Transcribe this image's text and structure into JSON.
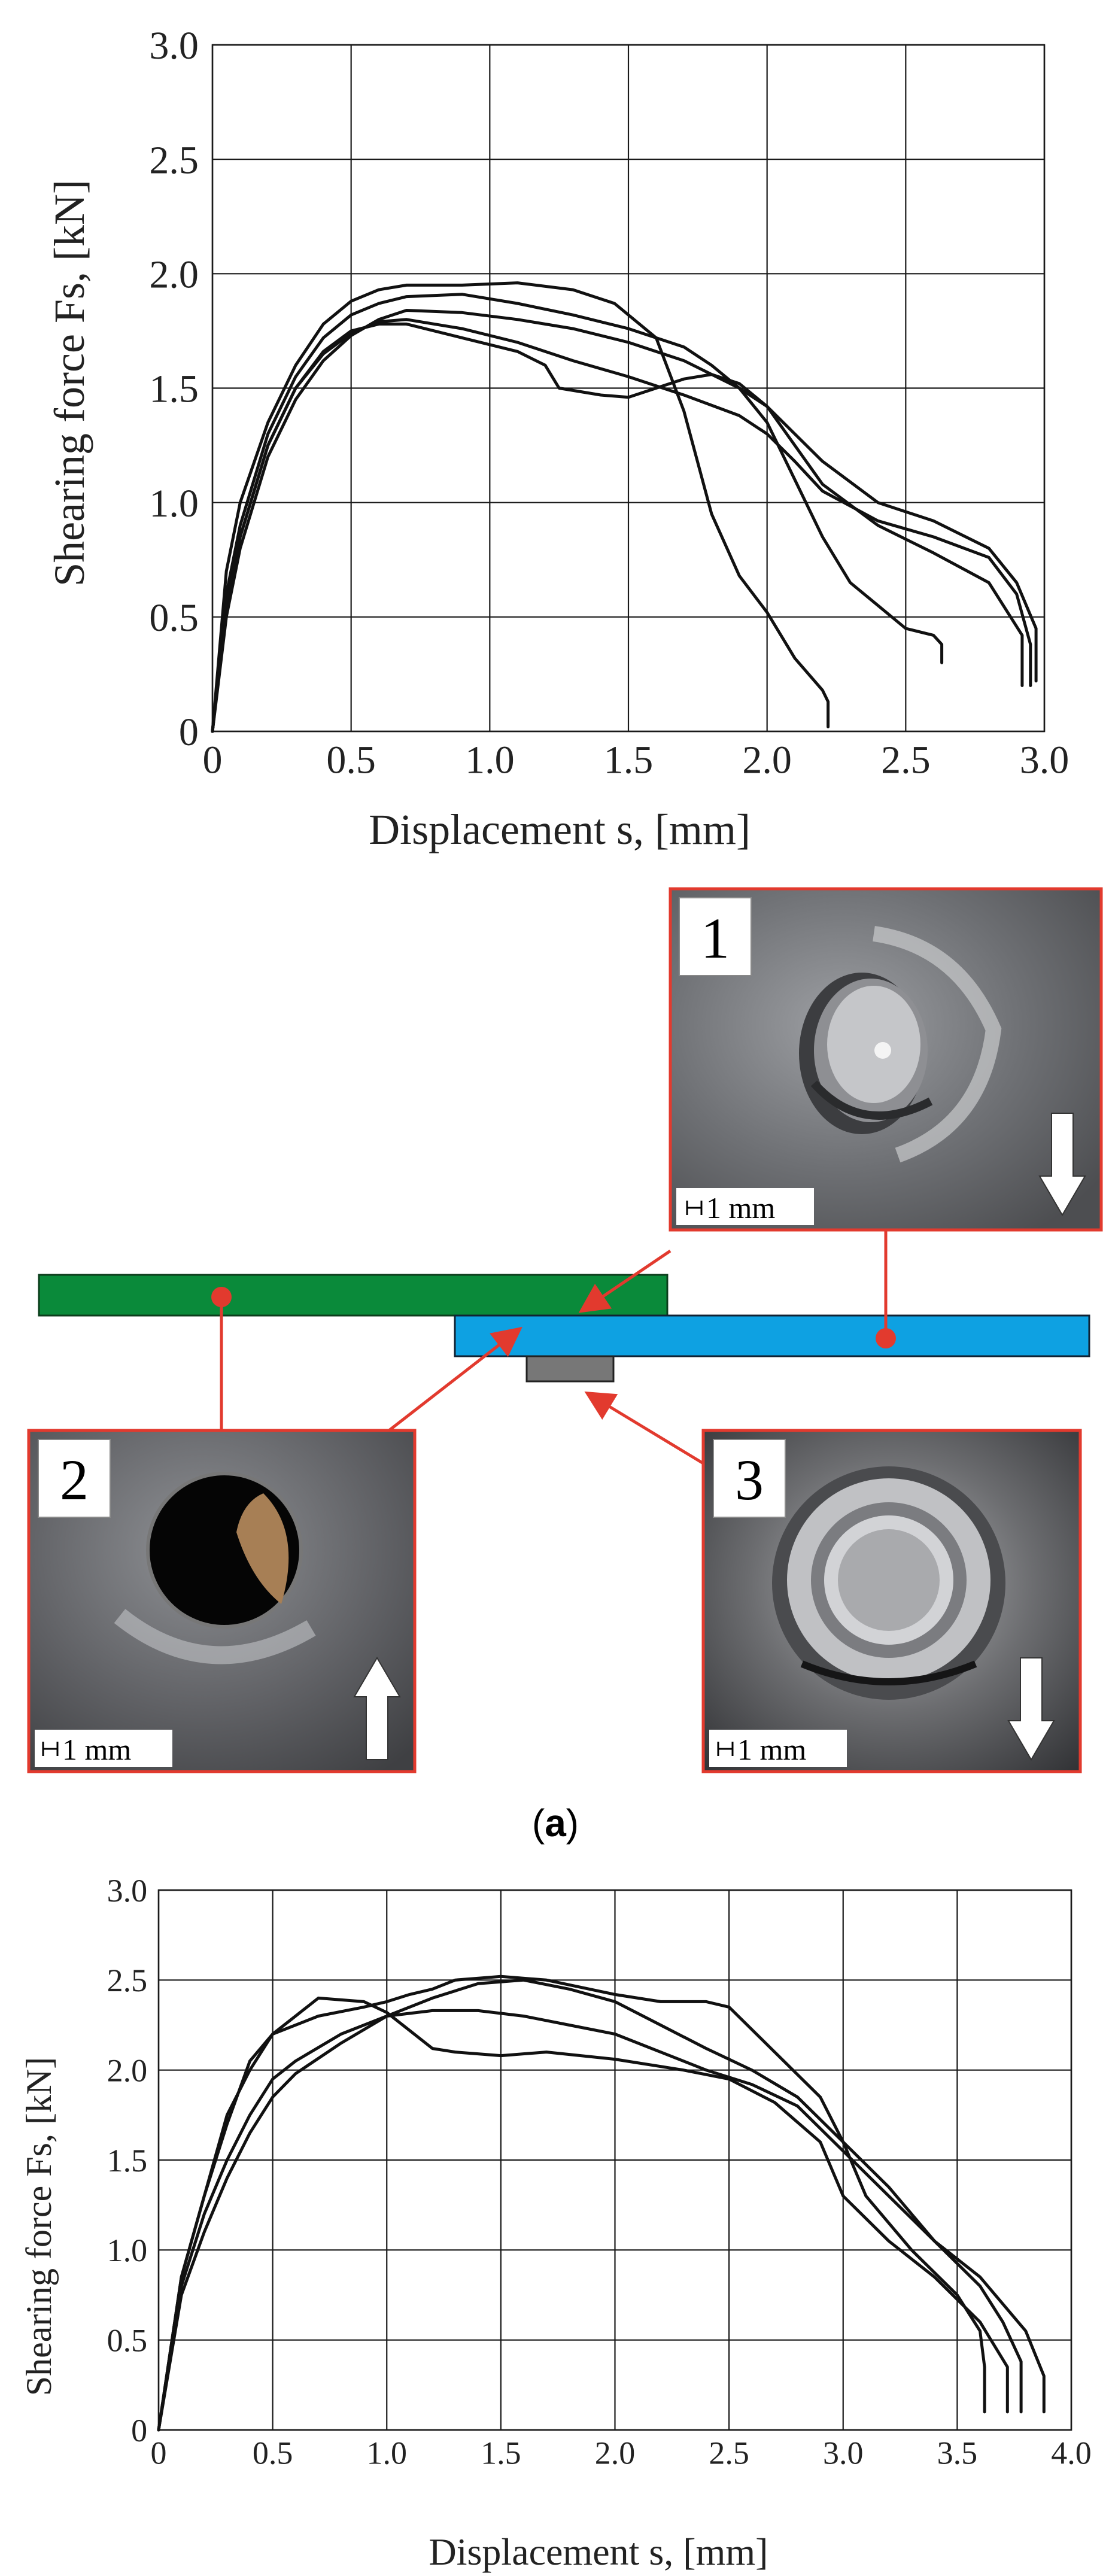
{
  "caption": {
    "open": "(",
    "letter": "a",
    "close": ")"
  },
  "chart_data": [
    {
      "type": "line",
      "xlabel": "Displacement s, [mm]",
      "ylabel": "Shearing force Fs, [kN]",
      "xlim": [
        0,
        3.0
      ],
      "ylim": [
        0,
        3.0
      ],
      "grid": true,
      "legend": "none",
      "xticks": [
        "0",
        "0.5",
        "1.0",
        "1.5",
        "2.0",
        "2.5",
        "3.0"
      ],
      "yticks": [
        "0",
        "0.5",
        "1.0",
        "1.5",
        "2.0",
        "2.5",
        "3.0"
      ],
      "series": [
        {
          "x": [
            0,
            0.05,
            0.1,
            0.2,
            0.3,
            0.4,
            0.5,
            0.6,
            0.7,
            0.9,
            1.1,
            1.3,
            1.45,
            1.6,
            1.7,
            1.8,
            1.9,
            2.0,
            2.1,
            2.2,
            2.22,
            2.22
          ],
          "y": [
            0,
            0.7,
            1.0,
            1.35,
            1.6,
            1.78,
            1.88,
            1.93,
            1.95,
            1.95,
            1.96,
            1.93,
            1.87,
            1.72,
            1.4,
            0.95,
            0.68,
            0.52,
            0.32,
            0.18,
            0.13,
            0.02
          ]
        },
        {
          "x": [
            0,
            0.05,
            0.1,
            0.2,
            0.3,
            0.4,
            0.5,
            0.6,
            0.7,
            0.9,
            1.1,
            1.3,
            1.5,
            1.7,
            1.8,
            1.9,
            2.0,
            2.1,
            2.2,
            2.3,
            2.4,
            2.5,
            2.6,
            2.63,
            2.63
          ],
          "y": [
            0,
            0.6,
            0.9,
            1.3,
            1.55,
            1.72,
            1.82,
            1.87,
            1.9,
            1.91,
            1.87,
            1.82,
            1.76,
            1.68,
            1.6,
            1.5,
            1.35,
            1.1,
            0.85,
            0.65,
            0.55,
            0.45,
            0.42,
            0.38,
            0.3
          ]
        },
        {
          "x": [
            0,
            0.05,
            0.1,
            0.2,
            0.3,
            0.4,
            0.5,
            0.6,
            0.7,
            0.9,
            1.1,
            1.2,
            1.25,
            1.4,
            1.5,
            1.6,
            1.7,
            1.8,
            1.9,
            2.0,
            2.1,
            2.2,
            2.4,
            2.6,
            2.8,
            2.92,
            2.92
          ],
          "y": [
            0,
            0.55,
            0.85,
            1.25,
            1.5,
            1.66,
            1.75,
            1.78,
            1.78,
            1.72,
            1.66,
            1.6,
            1.5,
            1.47,
            1.46,
            1.5,
            1.54,
            1.56,
            1.52,
            1.42,
            1.25,
            1.08,
            0.9,
            0.78,
            0.65,
            0.42,
            0.2
          ]
        },
        {
          "x": [
            0,
            0.05,
            0.1,
            0.2,
            0.3,
            0.4,
            0.5,
            0.6,
            0.7,
            0.9,
            1.1,
            1.3,
            1.5,
            1.7,
            1.9,
            2.0,
            2.1,
            2.2,
            2.4,
            2.6,
            2.8,
            2.9,
            2.95,
            2.95
          ],
          "y": [
            0,
            0.55,
            0.85,
            1.25,
            1.5,
            1.65,
            1.74,
            1.79,
            1.8,
            1.76,
            1.7,
            1.62,
            1.55,
            1.47,
            1.38,
            1.3,
            1.18,
            1.05,
            0.92,
            0.85,
            0.76,
            0.6,
            0.38,
            0.2
          ]
        },
        {
          "x": [
            0,
            0.05,
            0.1,
            0.2,
            0.3,
            0.4,
            0.5,
            0.6,
            0.7,
            0.9,
            1.1,
            1.3,
            1.5,
            1.7,
            1.9,
            2.0,
            2.1,
            2.2,
            2.4,
            2.6,
            2.8,
            2.9,
            2.97,
            2.97
          ],
          "y": [
            0,
            0.5,
            0.8,
            1.2,
            1.45,
            1.62,
            1.73,
            1.8,
            1.84,
            1.83,
            1.8,
            1.76,
            1.7,
            1.62,
            1.5,
            1.42,
            1.3,
            1.18,
            1.0,
            0.92,
            0.8,
            0.65,
            0.45,
            0.22
          ]
        }
      ]
    },
    {
      "type": "line",
      "xlabel": "Displacement s, [mm]",
      "ylabel": "Shearing force Fs, [kN]",
      "xlim": [
        0,
        4.0
      ],
      "ylim": [
        0,
        3.0
      ],
      "grid": true,
      "legend": "none",
      "xticks": [
        "0",
        "0.5",
        "1.0",
        "1.5",
        "2.0",
        "2.5",
        "3.0",
        "3.5",
        "4.0"
      ],
      "yticks": [
        "0",
        "0.5",
        "1.0",
        "1.5",
        "2.0",
        "2.5",
        "3.0"
      ],
      "series": [
        {
          "x": [
            0,
            0.1,
            0.2,
            0.3,
            0.4,
            0.5,
            0.7,
            0.9,
            1.0,
            1.1,
            1.2,
            1.3,
            1.5,
            1.7,
            2.0,
            2.2,
            2.4,
            2.5,
            2.7,
            2.9,
            3.0,
            3.1,
            3.3,
            3.5,
            3.6,
            3.62,
            3.62
          ],
          "y": [
            0,
            0.85,
            1.3,
            1.7,
            2.05,
            2.2,
            2.3,
            2.35,
            2.38,
            2.42,
            2.45,
            2.5,
            2.52,
            2.5,
            2.42,
            2.38,
            2.38,
            2.35,
            2.1,
            1.85,
            1.6,
            1.3,
            1.0,
            0.75,
            0.55,
            0.35,
            0.1
          ]
        },
        {
          "x": [
            0,
            0.1,
            0.2,
            0.3,
            0.4,
            0.5,
            0.6,
            0.7,
            0.9,
            1.0,
            1.1,
            1.2,
            1.3,
            1.5,
            1.7,
            2.0,
            2.3,
            2.5,
            2.7,
            2.9,
            3.0,
            3.2,
            3.4,
            3.6,
            3.72,
            3.72
          ],
          "y": [
            0,
            0.85,
            1.3,
            1.75,
            2.0,
            2.2,
            2.3,
            2.4,
            2.38,
            2.32,
            2.22,
            2.12,
            2.1,
            2.08,
            2.1,
            2.06,
            2.0,
            1.95,
            1.82,
            1.6,
            1.3,
            1.05,
            0.85,
            0.6,
            0.35,
            0.1
          ]
        },
        {
          "x": [
            0,
            0.1,
            0.2,
            0.3,
            0.4,
            0.5,
            0.6,
            0.8,
            1.0,
            1.2,
            1.4,
            1.6,
            1.8,
            2.0,
            2.2,
            2.4,
            2.6,
            2.8,
            3.0,
            3.2,
            3.4,
            3.6,
            3.8,
            3.88,
            3.88
          ],
          "y": [
            0,
            0.8,
            1.2,
            1.5,
            1.75,
            1.95,
            2.05,
            2.2,
            2.3,
            2.33,
            2.33,
            2.3,
            2.25,
            2.2,
            2.1,
            2.0,
            1.92,
            1.8,
            1.55,
            1.3,
            1.05,
            0.85,
            0.55,
            0.3,
            0.1
          ]
        },
        {
          "x": [
            0,
            0.1,
            0.2,
            0.3,
            0.4,
            0.5,
            0.6,
            0.8,
            1.0,
            1.2,
            1.4,
            1.6,
            1.8,
            2.0,
            2.2,
            2.4,
            2.6,
            2.8,
            3.0,
            3.2,
            3.4,
            3.6,
            3.7,
            3.78,
            3.78
          ],
          "y": [
            0,
            0.75,
            1.1,
            1.4,
            1.65,
            1.85,
            1.98,
            2.15,
            2.3,
            2.4,
            2.48,
            2.5,
            2.45,
            2.38,
            2.25,
            2.12,
            2.0,
            1.85,
            1.6,
            1.35,
            1.05,
            0.8,
            0.6,
            0.38,
            0.1
          ]
        }
      ]
    }
  ],
  "diagram": {
    "photos": [
      {
        "number": "1",
        "scale": "1 mm",
        "arrow": "down"
      },
      {
        "number": "2",
        "scale": "1 mm",
        "arrow": "up"
      },
      {
        "number": "3",
        "scale": "1 mm",
        "arrow": "down"
      }
    ],
    "colors": {
      "top_sheet": "#0a8a3a",
      "bottom_sheet": "#0ea1e2",
      "rivet": "#777777",
      "callout": "#e23a2e",
      "photo_bg": "#6b6c6e"
    }
  }
}
